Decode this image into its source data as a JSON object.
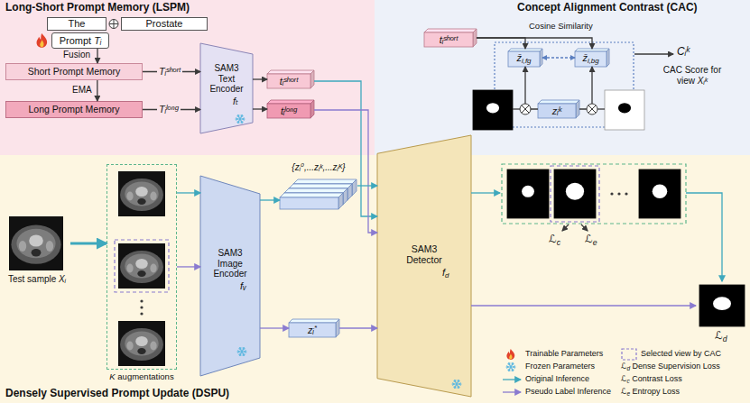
{
  "diagram": {
    "nodes": [
      {
        "text": [
          "Long-Short Prompt Memory (LSPM)"
        ]
      },
      {
        "text": [
          "Concept Alignment Contrast (CAC)"
        ]
      },
      {
        "text": [
          "Densely Supervised Prompt Update (DSPU)"
        ]
      },
      {
        "text": [
          "The"
        ],
        "in": 0
      },
      {
        "text": [
          "Prostate"
        ],
        "in": 0
      },
      {
        "text": [
          "Prompt Tᵢ"
        ],
        "in": 0
      },
      {
        "text": [
          "Short Prompt Memory"
        ],
        "in": 0
      },
      {
        "text": [
          "Long Prompt Memory"
        ],
        "in": 0
      },
      {
        "text": [
          "SAM3 Text Encoder",
          "fₜ"
        ],
        "in": 0
      },
      {
        "text": [
          "tᵢˢʰᵒʳᵗ"
        ],
        "in": 0
      },
      {
        "text": [
          "tᵢˡᵒⁿᵍ"
        ],
        "in": 0
      },
      {
        "text": [
          "tᵢˢʰᵒʳᵗ"
        ],
        "in": 1
      },
      {
        "text": [
          "z̄i,fg"
        ],
        "in": 1
      },
      {
        "text": [
          "z̄i,bg"
        ],
        "in": 1
      },
      {
        "text": [
          "zᵢᵏ"
        ],
        "in": 1
      },
      {
        "text": [
          "Test sample Xᵢ"
        ],
        "in": 2
      },
      {
        "text": [
          "K augmentations"
        ],
        "in": 2
      },
      {
        "text": [
          "SAM3 Image Encoder",
          "fᵥ"
        ],
        "in": 2
      },
      {
        "text": [
          "{zᵢ⁰,...zᵢᵏ,...zᵢᴷ}"
        ],
        "in": 2
      },
      {
        "text": [
          "zᵢ*"
        ],
        "in": 2
      },
      {
        "text": [
          "SAM3 Detector",
          "fd"
        ],
        "in": 2
      }
    ],
    "edges": [
      {
        "from": 5,
        "to": 6,
        "arrow": "to",
        "label": "Fusion"
      },
      {
        "from": 6,
        "to": 7,
        "arrow": "to",
        "label": "EMA"
      },
      {
        "from": 6,
        "to": 8,
        "arrow": "to",
        "label": "Tᵢˢʰᵒʳᵗ"
      },
      {
        "from": 7,
        "to": 8,
        "arrow": "to",
        "label": "Tᵢˡᵒⁿᵍ"
      },
      {
        "from": 8,
        "to": 9,
        "arrow": "to"
      },
      {
        "from": 8,
        "to": 10,
        "arrow": "to"
      },
      {
        "from": 9,
        "to": 20,
        "arrow": "to"
      },
      {
        "from": 10,
        "to": 20,
        "arrow": "to"
      },
      {
        "from": 11,
        "to": 12,
        "arrow": "to"
      },
      {
        "from": 11,
        "to": 13,
        "arrow": "to"
      },
      {
        "from": 12,
        "to": 13,
        "arrow": "both"
      },
      {
        "from": 14,
        "to": 12,
        "arrow": "to"
      },
      {
        "from": 14,
        "to": 13,
        "arrow": "to"
      },
      {
        "from": 15,
        "to": 16,
        "arrow": "to"
      },
      {
        "from": 16,
        "to": 17,
        "arrow": "to"
      },
      {
        "from": 16,
        "to": 17,
        "arrow": "to"
      },
      {
        "from": 17,
        "to": 18,
        "arrow": "to"
      },
      {
        "from": 17,
        "to": 19,
        "arrow": "to"
      },
      {
        "from": 18,
        "to": 20,
        "arrow": "to"
      },
      {
        "from": 19,
        "to": 20,
        "arrow": "to"
      }
    ],
    "labels": [
      "Cosine Similarity",
      "Cᵢᵏ",
      "CAC Score for view Xᵢᵏ",
      "ℒc",
      "ℒe",
      "ℒd"
    ],
    "legend": [
      {
        "text": "Trainable Parameters"
      },
      {
        "text": "Frozen Parameters"
      },
      {
        "text": "Original Inference"
      },
      {
        "text": "Pseudo Label Inference"
      },
      {
        "text": "Selected view by CAC"
      },
      {
        "text": "ℒd Dense Supervision Loss"
      },
      {
        "text": "ℒc Contrast Loss"
      },
      {
        "text": "ℒe Entropy Loss"
      }
    ]
  }
}
